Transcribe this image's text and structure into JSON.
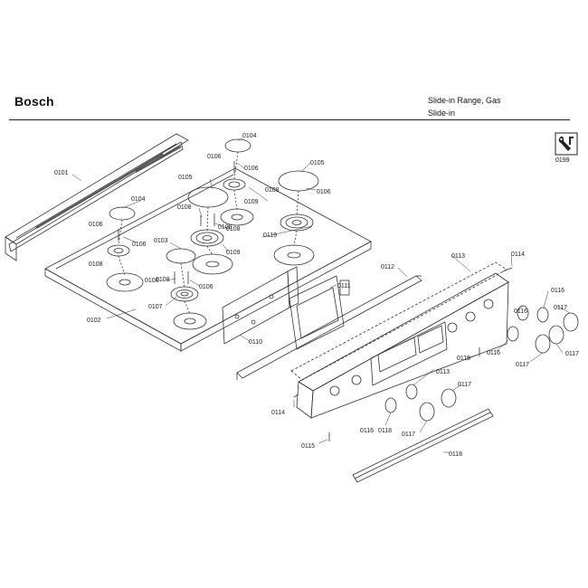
{
  "header": {
    "brand": "Bosch",
    "product_line1": "Slide-in Range, Gas",
    "product_line2": "Slide-in",
    "tool_label": "0199"
  },
  "icons": {
    "service": "wrench-icon"
  },
  "callouts": [
    "0101",
    "0102",
    "0103",
    "0104",
    "0104",
    "0105",
    "0105",
    "0106",
    "0106",
    "0106",
    "0106",
    "0106",
    "0106",
    "0106",
    "0106",
    "0107",
    "0108",
    "0108",
    "0108",
    "0108",
    "0108",
    "0109",
    "0109",
    "0110",
    "0111",
    "0112",
    "0113",
    "0113",
    "0114",
    "0114",
    "0115",
    "0115",
    "0116",
    "0116",
    "0116",
    "0116",
    "0117",
    "0117",
    "0117",
    "0117",
    "0117",
    "0118",
    "0118",
    "0119"
  ]
}
